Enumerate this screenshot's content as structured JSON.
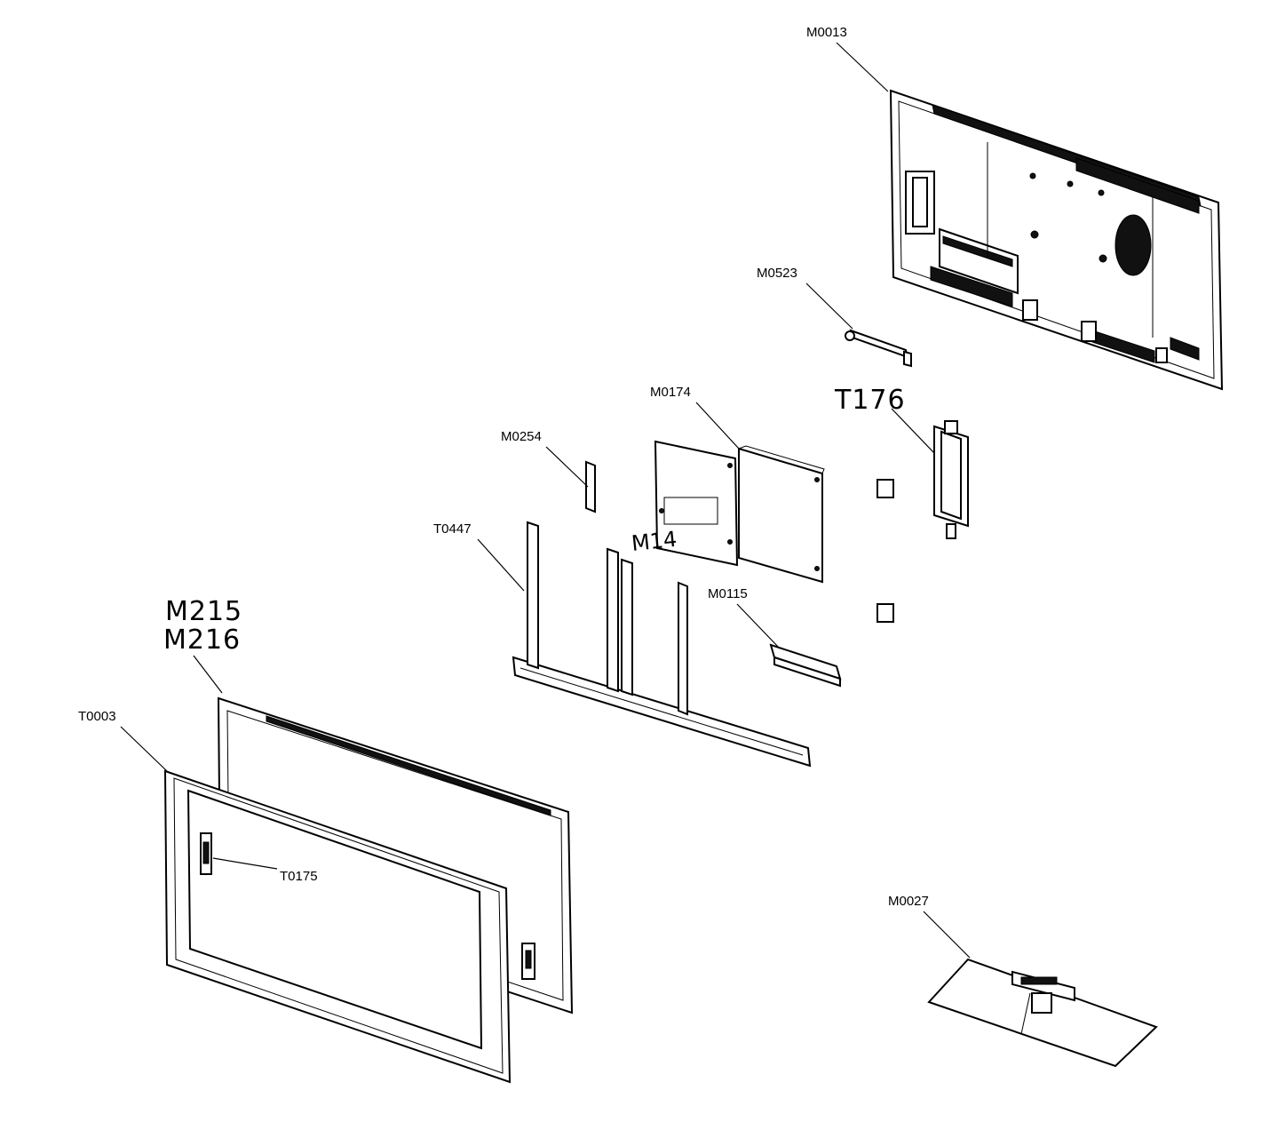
{
  "callouts": {
    "m0013": "M0013",
    "m0523": "M0523",
    "m0174": "M0174",
    "t176": "T176",
    "m0254": "M0254",
    "t0447": "T0447",
    "m14": "M14",
    "m0115": "M0115",
    "m215": "M215",
    "m216": "M216",
    "t0003": "T0003",
    "t0175": "T0175",
    "m0027": "M0027"
  }
}
